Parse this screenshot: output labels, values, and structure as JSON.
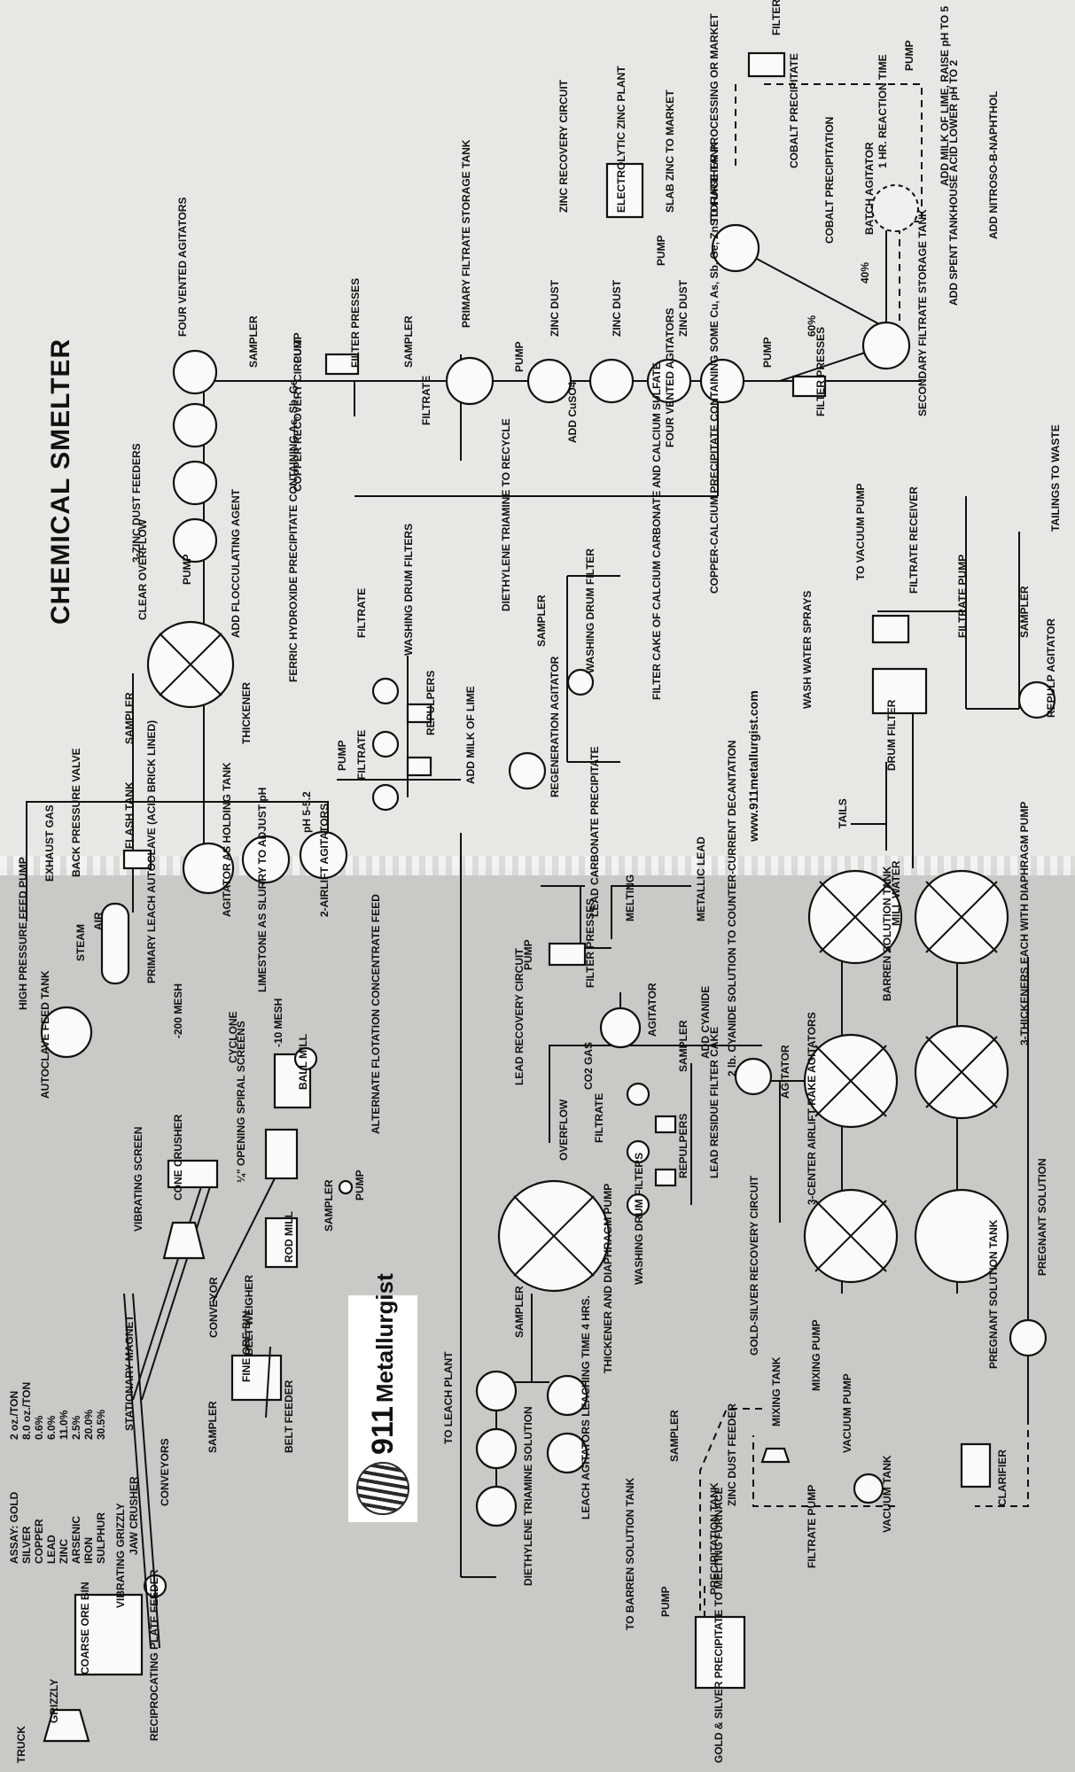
{
  "title": "CHEMICAL SMELTER",
  "website": "www.911metallurgist.com",
  "logo": {
    "number": "911",
    "word": "Metallurgist"
  },
  "assay": {
    "header": "ASSAY: GOLD",
    "rows": [
      {
        "element": "SILVER",
        "value": "8.0 oz./TON"
      },
      {
        "element": "COPPER",
        "value": "0.6%"
      },
      {
        "element": "LEAD",
        "value": "6.0%"
      },
      {
        "element": "ZINC",
        "value": "11.0%"
      },
      {
        "element": "ARSENIC",
        "value": "2.5%"
      },
      {
        "element": "IRON",
        "value": "20.0%"
      },
      {
        "element": "SULPHUR",
        "value": "30.5%"
      }
    ],
    "gold_value": "2 oz./TON"
  },
  "labels": [
    {
      "id": "truck",
      "text": "TRUCK"
    },
    {
      "id": "grizzly",
      "text": "GRIZZLY"
    },
    {
      "id": "coarse-ore-bin",
      "text": "COARSE ORE BIN"
    },
    {
      "id": "reciprocating-plate-feeder",
      "text": "RECIPROCATING PLATE FEEDER"
    },
    {
      "id": "vibrating-grizzly",
      "text": "VIBRATING GRIZZLY"
    },
    {
      "id": "jaw-crusher",
      "text": "JAW CRUSHER"
    },
    {
      "id": "conveyors",
      "text": "CONVEYORS"
    },
    {
      "id": "stationary-magnet",
      "text": "STATIONARY MAGNET"
    },
    {
      "id": "vibrating-screen",
      "text": "VIBRATING SCREEN"
    },
    {
      "id": "cone-crusher",
      "text": "CONE CRUSHER"
    },
    {
      "id": "conveyor",
      "text": "CONVEYOR"
    },
    {
      "id": "sampler-fine-bin",
      "text": "SAMPLER"
    },
    {
      "id": "fine-ore-bin",
      "text": "FINE ORE BIN"
    },
    {
      "id": "belt-feeder",
      "text": "BELT FEEDER"
    },
    {
      "id": "belt-weigher",
      "text": "BELT WEIGHER"
    },
    {
      "id": "rod-mill",
      "text": "ROD MILL"
    },
    {
      "id": "sampler-rod-mill",
      "text": "SAMPLER"
    },
    {
      "id": "spiral-screens",
      "text": "¼\" OPENING SPIRAL SCREENS"
    },
    {
      "id": "ball-mill",
      "text": "BALL MILL"
    },
    {
      "id": "minus-10-mesh",
      "text": "-10 MESH"
    },
    {
      "id": "pump-ball-mill",
      "text": "PUMP"
    },
    {
      "id": "cyclone",
      "text": "CYCLONE"
    },
    {
      "id": "minus-200-mesh",
      "text": "-200 MESH"
    },
    {
      "id": "alternate-flotation",
      "text": "ALTERNATE FLOTATION CONCENTRATE FEED"
    },
    {
      "id": "autoclave-feed-tank",
      "text": "AUTOCLAVE FEED TANK"
    },
    {
      "id": "high-pressure-feed-pump",
      "text": "HIGH PRESSURE FEED PUMP"
    },
    {
      "id": "steam",
      "text": "STEAM"
    },
    {
      "id": "air",
      "text": "AIR"
    },
    {
      "id": "primary-leach-autoclave",
      "text": "PRIMARY LEACH AUTOCLAVE (ACID BRICK LINED)"
    },
    {
      "id": "exhaust-gas",
      "text": "EXHAUST GAS"
    },
    {
      "id": "back-pressure-valve",
      "text": "BACK PRESSURE VALVE"
    },
    {
      "id": "flash-tank",
      "text": "FLASH TANK"
    },
    {
      "id": "agitator-holding-tank",
      "text": "AGITATOR AS HOLDING TANK"
    },
    {
      "id": "limestone-slurry",
      "text": "LIMESTONE AS SLURRY TO ADJUST pH"
    },
    {
      "id": "two-airlift-agitators",
      "text": "2-AIRLIFT AGITATORS"
    },
    {
      "id": "ph-value",
      "text": "pH 5-5.2"
    },
    {
      "id": "pump-airlift",
      "text": "PUMP"
    },
    {
      "id": "thickener-top",
      "text": "THICKENER"
    },
    {
      "id": "sampler-thickener-top",
      "text": "SAMPLER"
    },
    {
      "id": "clear-overflow",
      "text": "CLEAR OVERFLOW"
    },
    {
      "id": "pump-overflow",
      "text": "PUMP"
    },
    {
      "id": "add-flocculating-agent",
      "text": "ADD FLOCCULATING AGENT"
    },
    {
      "id": "ferric-hydroxide",
      "text": "FERRIC HYDROXIDE PRECIPITATE CONTAINING As, Sb, Ge"
    },
    {
      "id": "filtrate-top-1",
      "text": "FILTRATE"
    },
    {
      "id": "filtrate-top-2",
      "text": "FILTRATE"
    },
    {
      "id": "repulpers-top",
      "text": "REPULPERS"
    },
    {
      "id": "washing-drum-filters-top",
      "text": "WASHING DRUM FILTERS"
    },
    {
      "id": "three-zinc-dust-feeders",
      "text": "3-ZINC DUST FEEDERS"
    },
    {
      "id": "four-vented-agitators-top",
      "text": "FOUR VENTED AGITATORS"
    },
    {
      "id": "copper-recovery-circuit",
      "text": "COPPER RECOVERY CIRCUIT"
    },
    {
      "id": "sampler-copper",
      "text": "SAMPLER"
    },
    {
      "id": "pump-copper",
      "text": "PUMP"
    },
    {
      "id": "filter-presses-copper",
      "text": "FILTER PRESSES"
    },
    {
      "id": "sampler-filtrate",
      "text": "SAMPLER"
    },
    {
      "id": "filtrate-copper",
      "text": "FILTRATE"
    },
    {
      "id": "primary-filtrate-storage",
      "text": "PRIMARY FILTRATE STORAGE TANK"
    },
    {
      "id": "pump-primary",
      "text": "PUMP"
    },
    {
      "id": "add-cuso4",
      "text": "ADD CuSO4"
    },
    {
      "id": "zinc-dust-1",
      "text": "ZINC DUST"
    },
    {
      "id": "zinc-dust-2",
      "text": "ZINC DUST"
    },
    {
      "id": "zinc-dust-3",
      "text": "ZINC DUST"
    },
    {
      "id": "four-vented-agitators-mid",
      "text": "FOUR VENTED AGITATORS"
    },
    {
      "id": "pump-vented",
      "text": "PUMP"
    },
    {
      "id": "filter-presses-mid",
      "text": "FILTER PRESSES"
    },
    {
      "id": "secondary-filtrate-storage",
      "text": "SECONDARY FILTRATE STORAGE TANK"
    },
    {
      "id": "zinc-recovery-circuit",
      "text": "ZINC RECOVERY CIRCUIT"
    },
    {
      "id": "electrolytic-zinc-plant",
      "text": "ELECTROLYTIC ZINC PLANT"
    },
    {
      "id": "slab-zinc",
      "text": "SLAB ZINC TO MARKET"
    },
    {
      "id": "pump-storage",
      "text": "PUMP"
    },
    {
      "id": "storage-tank",
      "text": "STORAGE TANK"
    },
    {
      "id": "sixty-percent",
      "text": "60%"
    },
    {
      "id": "forty-percent",
      "text": "40%"
    },
    {
      "id": "cobalt-precipitation",
      "text": "COBALT PRECIPITATION"
    },
    {
      "id": "batch-agitator",
      "text": "BATCH AGITATOR"
    },
    {
      "id": "one-hr-reaction",
      "text": "1 HR. REACTION TIME"
    },
    {
      "id": "add-milk-lime-cobalt",
      "text": "ADD MILK OF LIME, RAISE pH TO 5"
    },
    {
      "id": "add-nitroso",
      "text": "ADD NITROSO-B-NAPHTHOL"
    },
    {
      "id": "add-spent-tankhouse",
      "text": "ADD SPENT TANKHOUSE ACID LOWER pH TO 2"
    },
    {
      "id": "cobalt-precipitate",
      "text": "COBALT PRECIPITATE"
    },
    {
      "id": "filter-presses-cobalt",
      "text": "FILTER PRESSES"
    },
    {
      "id": "pump-cobalt",
      "text": "PUMP"
    },
    {
      "id": "copper-calcium-precipitate",
      "text": "COPPER-CALCIUM PRECIPITATE CONTAINING SOME Cu, As, Sb, Ge, Zn TO FURTHER PROCESSING OR MARKET"
    },
    {
      "id": "diethylene-triamine-recycle",
      "text": "DIETHYLENE TRIAMINE TO RECYCLE"
    },
    {
      "id": "sampler-regeneration",
      "text": "SAMPLER"
    },
    {
      "id": "washing-drum-filter-mid",
      "text": "WASHING DRUM FILTER"
    },
    {
      "id": "add-milk-of-lime",
      "text": "ADD MILK OF LIME"
    },
    {
      "id": "regeneration-agitator",
      "text": "REGENERATION AGITATOR"
    },
    {
      "id": "filter-cake-calcium",
      "text": "FILTER CAKE OF CALCIUM CARBONATE AND CALCIUM SULFATE"
    },
    {
      "id": "to-vacuum-pump",
      "text": "TO VACUUM PUMP"
    },
    {
      "id": "filtrate-receiver",
      "text": "FILTRATE RECEIVER"
    },
    {
      "id": "wash-water-sprays",
      "text": "WASH WATER SPRAYS"
    },
    {
      "id": "drum-filter",
      "text": "DRUM FILTER"
    },
    {
      "id": "filtrate-pump",
      "text": "FILTRATE PUMP"
    },
    {
      "id": "sampler-repulp",
      "text": "SAMPLER"
    },
    {
      "id": "repulp-agitator",
      "text": "REPULP AGITATOR"
    },
    {
      "id": "tailings-to-waste",
      "text": "TAILINGS TO WASTE"
    },
    {
      "id": "tails",
      "text": "TAILS"
    },
    {
      "id": "mill-water",
      "text": "MILL WATER"
    },
    {
      "id": "to-leach-plant",
      "text": "TO LEACH PLANT"
    },
    {
      "id": "leach-agitators",
      "text": "LEACH AGITATORS LEACHING TIME 4 HRS."
    },
    {
      "id": "diethylene-triamine-solution",
      "text": "DIETHYLENE TRIAMINE SOLUTION"
    },
    {
      "id": "sampler-leach",
      "text": "SAMPLER"
    },
    {
      "id": "thickener-diaphragm",
      "text": "THICKENER AND DIAPHRAGM PUMP"
    },
    {
      "id": "washing-drum-filters-lower",
      "text": "WASHING DRUM FILTERS"
    },
    {
      "id": "overflow",
      "text": "OVERFLOW"
    },
    {
      "id": "lead-recovery-circuit",
      "text": "LEAD RECOVERY CIRCUIT"
    },
    {
      "id": "filtrate-lead",
      "text": "FILTRATE"
    },
    {
      "id": "co2-gas",
      "text": "CO2 GAS"
    },
    {
      "id": "repulpers-lower",
      "text": "REPULPERS"
    },
    {
      "id": "lead-residue",
      "text": "LEAD RESIDUE FILTER CAKE"
    },
    {
      "id": "agitator-lead",
      "text": "AGITATOR"
    },
    {
      "id": "filter-presses-lead",
      "text": "FILTER PRESSES"
    },
    {
      "id": "pump-lead",
      "text": "PUMP"
    },
    {
      "id": "lead-carbonate",
      "text": "LEAD CARBONATE PRECIPITATE"
    },
    {
      "id": "melting",
      "text": "MELTING"
    },
    {
      "id": "metallic-lead",
      "text": "METALLIC LEAD"
    },
    {
      "id": "sampler-cyanide",
      "text": "SAMPLER"
    },
    {
      "id": "add-cyanide",
      "text": "ADD CYANIDE"
    },
    {
      "id": "cyanide-solution",
      "text": "2 lb. CYANIDE SOLUTION TO COUNTER-CURRENT DECANTATION"
    },
    {
      "id": "agitator-cyanide",
      "text": "AGITATOR"
    },
    {
      "id": "three-center-airlift",
      "text": "3-CENTER AIRLIFT RAKE AGITATORS"
    },
    {
      "id": "barren-solution-tank",
      "text": "BARREN SOLUTION TANK"
    },
    {
      "id": "three-thickeners",
      "text": "3-THICKENERS EACH WITH DIAPHRAGM PUMP"
    },
    {
      "id": "gold-silver-recovery",
      "text": "GOLD-SILVER RECOVERY CIRCUIT"
    },
    {
      "id": "pregnant-solution",
      "text": "PREGNANT SOLUTION"
    },
    {
      "id": "pregnant-solution-tank",
      "text": "PREGNANT SOLUTION TANK"
    },
    {
      "id": "clarifier",
      "text": "CLARIFIER"
    },
    {
      "id": "vacuum-tank",
      "text": "VACUUM TANK"
    },
    {
      "id": "vacuum-pump",
      "text": "VACUUM PUMP"
    },
    {
      "id": "mixing-tank",
      "text": "MIXING TANK"
    },
    {
      "id": "mixing-pump",
      "text": "MIXING PUMP"
    },
    {
      "id": "filtrate-pump-lower",
      "text": "FILTRATE PUMP"
    },
    {
      "id": "zinc-dust-feeder",
      "text": "ZINC DUST FEEDER"
    },
    {
      "id": "sampler-zinc",
      "text": "SAMPLER"
    },
    {
      "id": "precipitation-tank",
      "text": "PRECIPITATION TANK"
    },
    {
      "id": "pump-barren",
      "text": "PUMP"
    },
    {
      "id": "to-barren-solution-tank",
      "text": "TO BARREN SOLUTION TANK"
    },
    {
      "id": "gold-silver-precipitate",
      "text": "GOLD & SILVER PRECIPITATE TO MELTING FURNACE"
    }
  ]
}
